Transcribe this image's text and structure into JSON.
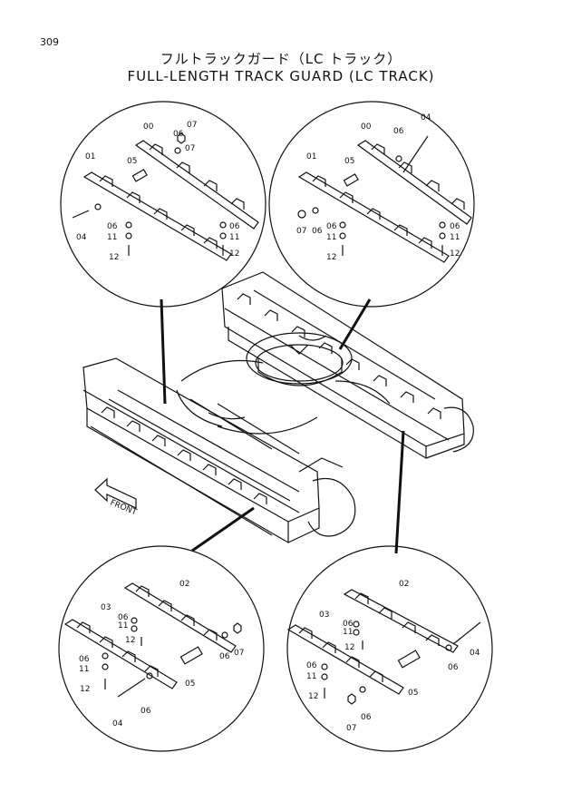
{
  "page_number": "309",
  "title_jp": "フルトラックガード（LC トラック）",
  "title_en": "FULL-LENGTH TRACK GUARD (LC TRACK)",
  "front_label": "FRONT",
  "callouts": {
    "top_left": [
      "00",
      "07",
      "06",
      "01",
      "05",
      "07",
      "04",
      "06",
      "11",
      "06",
      "11",
      "12",
      "12"
    ],
    "top_right": [
      "00",
      "04",
      "06",
      "01",
      "05",
      "07",
      "06",
      "06",
      "11",
      "06",
      "11",
      "12",
      "12"
    ],
    "bottom_left": [
      "02",
      "03",
      "06",
      "11",
      "12",
      "06",
      "11",
      "12",
      "07",
      "06",
      "05",
      "04",
      "06"
    ],
    "bottom_right": [
      "02",
      "03",
      "06",
      "11",
      "12",
      "06",
      "11",
      "12",
      "04",
      "06",
      "05",
      "07",
      "06"
    ]
  }
}
